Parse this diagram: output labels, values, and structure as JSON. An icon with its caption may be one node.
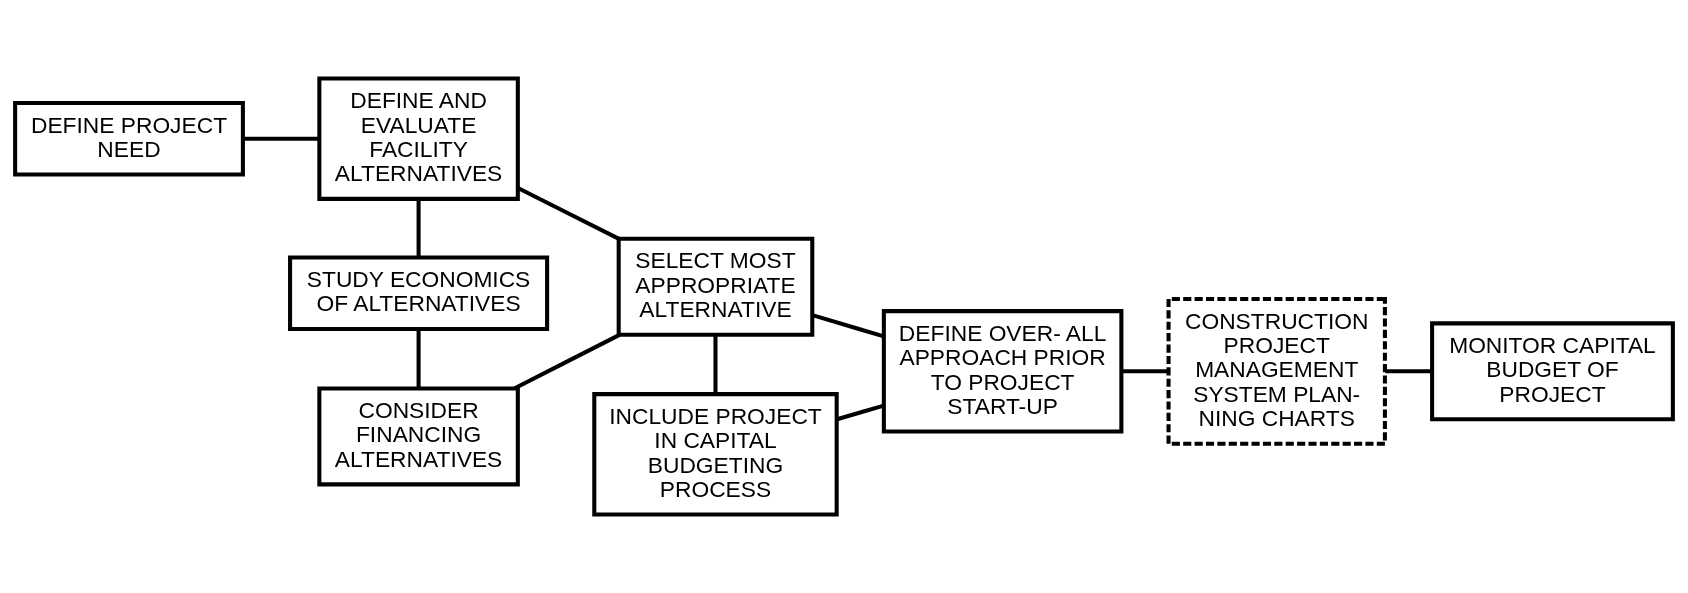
{
  "diagram": {
    "nodes": [
      {
        "text": [
          "DEFINE PROJECT NEED"
        ]
      },
      {
        "text": [
          "DEFINE AND EVALUATE FACILITY ALTERNATIVES"
        ]
      },
      {
        "text": [
          "SELECT MOST APPROPRIATE ALTERNATIVE"
        ]
      },
      {
        "text": [
          "DEFINE OVER- ALL APPROACH PRIOR TO PROJECT START-UP"
        ]
      },
      {
        "text": [
          "CONSTRUCTION PROJECT MANAGEMENT SYSTEM PLAN- NING CHARTS"
        ]
      },
      {
        "text": [
          "MONITOR CAPITAL BUDGET OF PROJECT"
        ]
      },
      {
        "text": [
          "STUDY ECONOMICS OF ALTERNATIVES"
        ]
      },
      {
        "text": [
          "CONSIDER FINANCING ALTERNATIVES"
        ]
      },
      {
        "text": [
          "INCLUDE PROJECT IN CAPITAL BUDGETING PROCESS"
        ]
      }
    ],
    "edges": [
      {
        "from": 0,
        "to": 1,
        "arrow": "none"
      },
      {
        "from": 1,
        "to": 2,
        "arrow": "none"
      },
      {
        "from": 1,
        "to": 6,
        "arrow": "none"
      },
      {
        "from": 6,
        "to": 7,
        "arrow": "none"
      },
      {
        "from": 7,
        "to": 2,
        "arrow": "none"
      },
      {
        "from": 2,
        "to": 8,
        "arrow": "none"
      },
      {
        "from": 8,
        "to": 3,
        "arrow": "none"
      },
      {
        "from": 2,
        "to": 3,
        "arrow": "none"
      },
      {
        "from": 3,
        "to": 4,
        "arrow": "none"
      },
      {
        "from": 4,
        "to": 5,
        "arrow": "none"
      }
    ]
  }
}
